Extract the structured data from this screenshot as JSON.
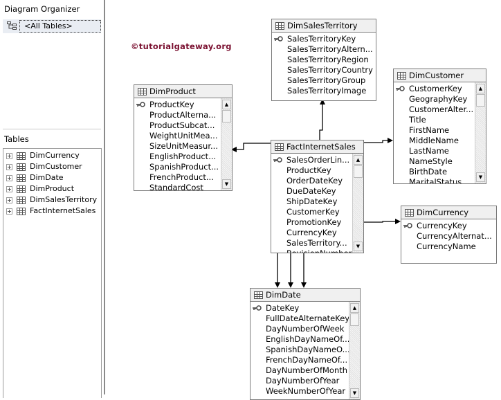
{
  "organizer": {
    "title": "Diagram Organizer",
    "item": "<All Tables>",
    "item_icon": "diagram-tree-icon"
  },
  "tables_panel": {
    "title": "Tables",
    "items": [
      "DimCurrency",
      "DimCustomer",
      "DimDate",
      "DimProduct",
      "DimSalesTerritory",
      "FactInternetSales"
    ]
  },
  "watermark": "©tutorialgateway.org",
  "diagram": {
    "tables": [
      {
        "name": "DimSalesTerritory",
        "scroll": false,
        "columns": [
          {
            "name": "SalesTerritoryKey",
            "key": true
          },
          {
            "name": "SalesTerritoryAltern..."
          },
          {
            "name": "SalesTerritoryRegion"
          },
          {
            "name": "SalesTerritoryCountry"
          },
          {
            "name": "SalesTerritoryGroup"
          },
          {
            "name": "SalesTerritoryImage"
          }
        ]
      },
      {
        "name": "DimProduct",
        "scroll": true,
        "columns": [
          {
            "name": "ProductKey",
            "key": true
          },
          {
            "name": "ProductAlterna..."
          },
          {
            "name": "ProductSubcat..."
          },
          {
            "name": "WeightUnitMea..."
          },
          {
            "name": "SizeUnitMeasur..."
          },
          {
            "name": "EnglishProduct..."
          },
          {
            "name": "SpanishProduct..."
          },
          {
            "name": "FrenchProduct..."
          },
          {
            "name": "StandardCost"
          }
        ]
      },
      {
        "name": "DimCustomer",
        "scroll": true,
        "columns": [
          {
            "name": "CustomerKey",
            "key": true
          },
          {
            "name": "GeographyKey"
          },
          {
            "name": "CustomerAlter..."
          },
          {
            "name": "Title"
          },
          {
            "name": "FirstName"
          },
          {
            "name": "MiddleName"
          },
          {
            "name": "LastName"
          },
          {
            "name": "NameStyle"
          },
          {
            "name": "BirthDate"
          },
          {
            "name": "MaritalStatus"
          }
        ]
      },
      {
        "name": "FactInternetSales",
        "scroll": true,
        "columns": [
          {
            "name": "SalesOrderLin...",
            "key": true
          },
          {
            "name": "ProductKey"
          },
          {
            "name": "OrderDateKey"
          },
          {
            "name": "DueDateKey"
          },
          {
            "name": "ShipDateKey"
          },
          {
            "name": "CustomerKey"
          },
          {
            "name": "PromotionKey"
          },
          {
            "name": "CurrencyKey"
          },
          {
            "name": "SalesTerritory..."
          },
          {
            "name": "RevisionNumber"
          }
        ]
      },
      {
        "name": "DimCurrency",
        "scroll": false,
        "columns": [
          {
            "name": "CurrencyKey",
            "key": true
          },
          {
            "name": "CurrencyAlternat..."
          },
          {
            "name": "CurrencyName"
          }
        ]
      },
      {
        "name": "DimDate",
        "scroll": true,
        "columns": [
          {
            "name": "DateKey",
            "key": true
          },
          {
            "name": "FullDateAlternateKey"
          },
          {
            "name": "DayNumberOfWeek"
          },
          {
            "name": "EnglishDayNameOf..."
          },
          {
            "name": "SpanishDayNameO..."
          },
          {
            "name": "FrenchDayNameOf..."
          },
          {
            "name": "DayNumberOfMonth"
          },
          {
            "name": "DayNumberOfYear"
          },
          {
            "name": "WeekNumberOfYear"
          }
        ]
      }
    ],
    "relationships": [
      {
        "from": "FactInternetSales",
        "to": "DimSalesTerritory"
      },
      {
        "from": "FactInternetSales",
        "to": "DimProduct"
      },
      {
        "from": "FactInternetSales",
        "to": "DimCustomer"
      },
      {
        "from": "FactInternetSales",
        "to": "DimCurrency"
      },
      {
        "from": "FactInternetSales",
        "to": "DimDate"
      },
      {
        "from": "FactInternetSales",
        "to": "DimDate"
      },
      {
        "from": "FactInternetSales",
        "to": "DimDate"
      }
    ]
  }
}
